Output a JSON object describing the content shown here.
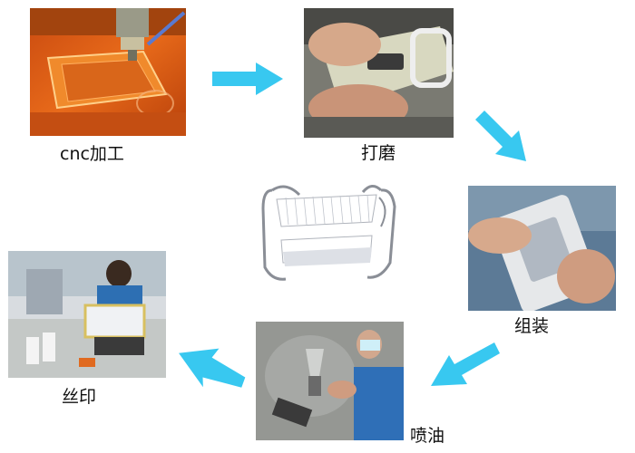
{
  "steps": {
    "cnc": {
      "label": "cnc加工",
      "icon": "cnc-milling-photo"
    },
    "grinding": {
      "label": "打磨",
      "icon": "hand-grinding-photo"
    },
    "assembly": {
      "label": "组装",
      "icon": "hand-assembly-photo"
    },
    "spraying": {
      "label": "喷油",
      "icon": "spray-painting-photo"
    },
    "silkscreen": {
      "label": "丝印",
      "icon": "silk-screen-printing-photo"
    }
  },
  "center": {
    "icon": "dish-rack-product-photo"
  },
  "colors": {
    "arrow": "#38c8f0",
    "text": "#111111"
  }
}
